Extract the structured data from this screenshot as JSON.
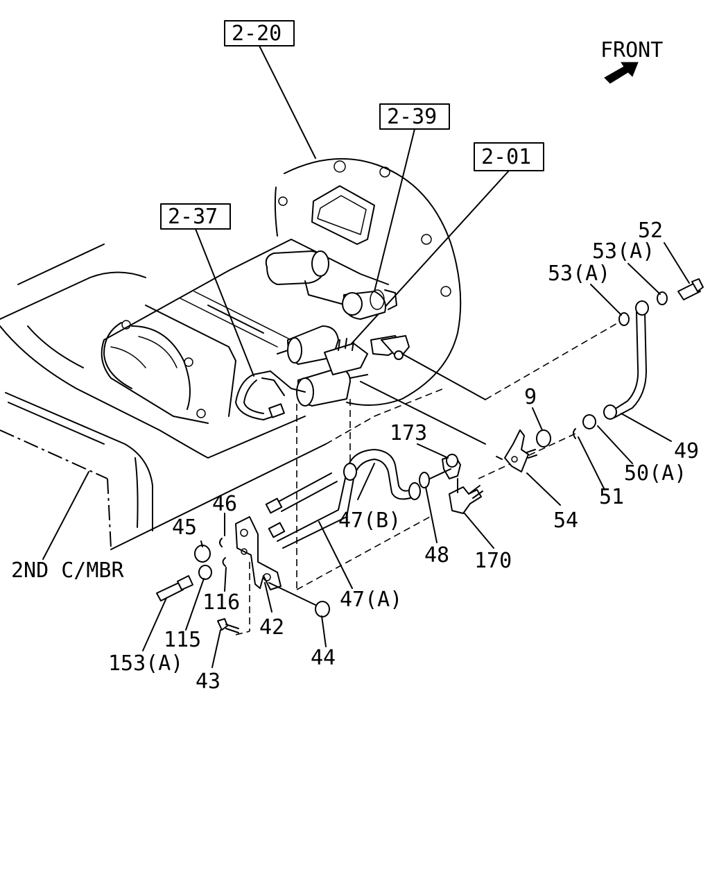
{
  "front_label": "FRONT",
  "frame_label": "2ND C/MBR",
  "refs": {
    "r1": "2-20",
    "r2": "2-39",
    "r3": "2-01",
    "r4": "2-37"
  },
  "parts": {
    "p52": "52",
    "p53a_top": "53(A)",
    "p53a": "53(A)",
    "p9": "9",
    "p173": "173",
    "p49": "49",
    "p50a": "50(A)",
    "p51": "51",
    "p54": "54",
    "p46": "46",
    "p45": "45",
    "p47b": "47(B)",
    "p48": "48",
    "p170": "170",
    "p47a": "47(A)",
    "p116": "116",
    "p115": "115",
    "p42": "42",
    "p153a": "153(A)",
    "p43": "43",
    "p44": "44"
  }
}
